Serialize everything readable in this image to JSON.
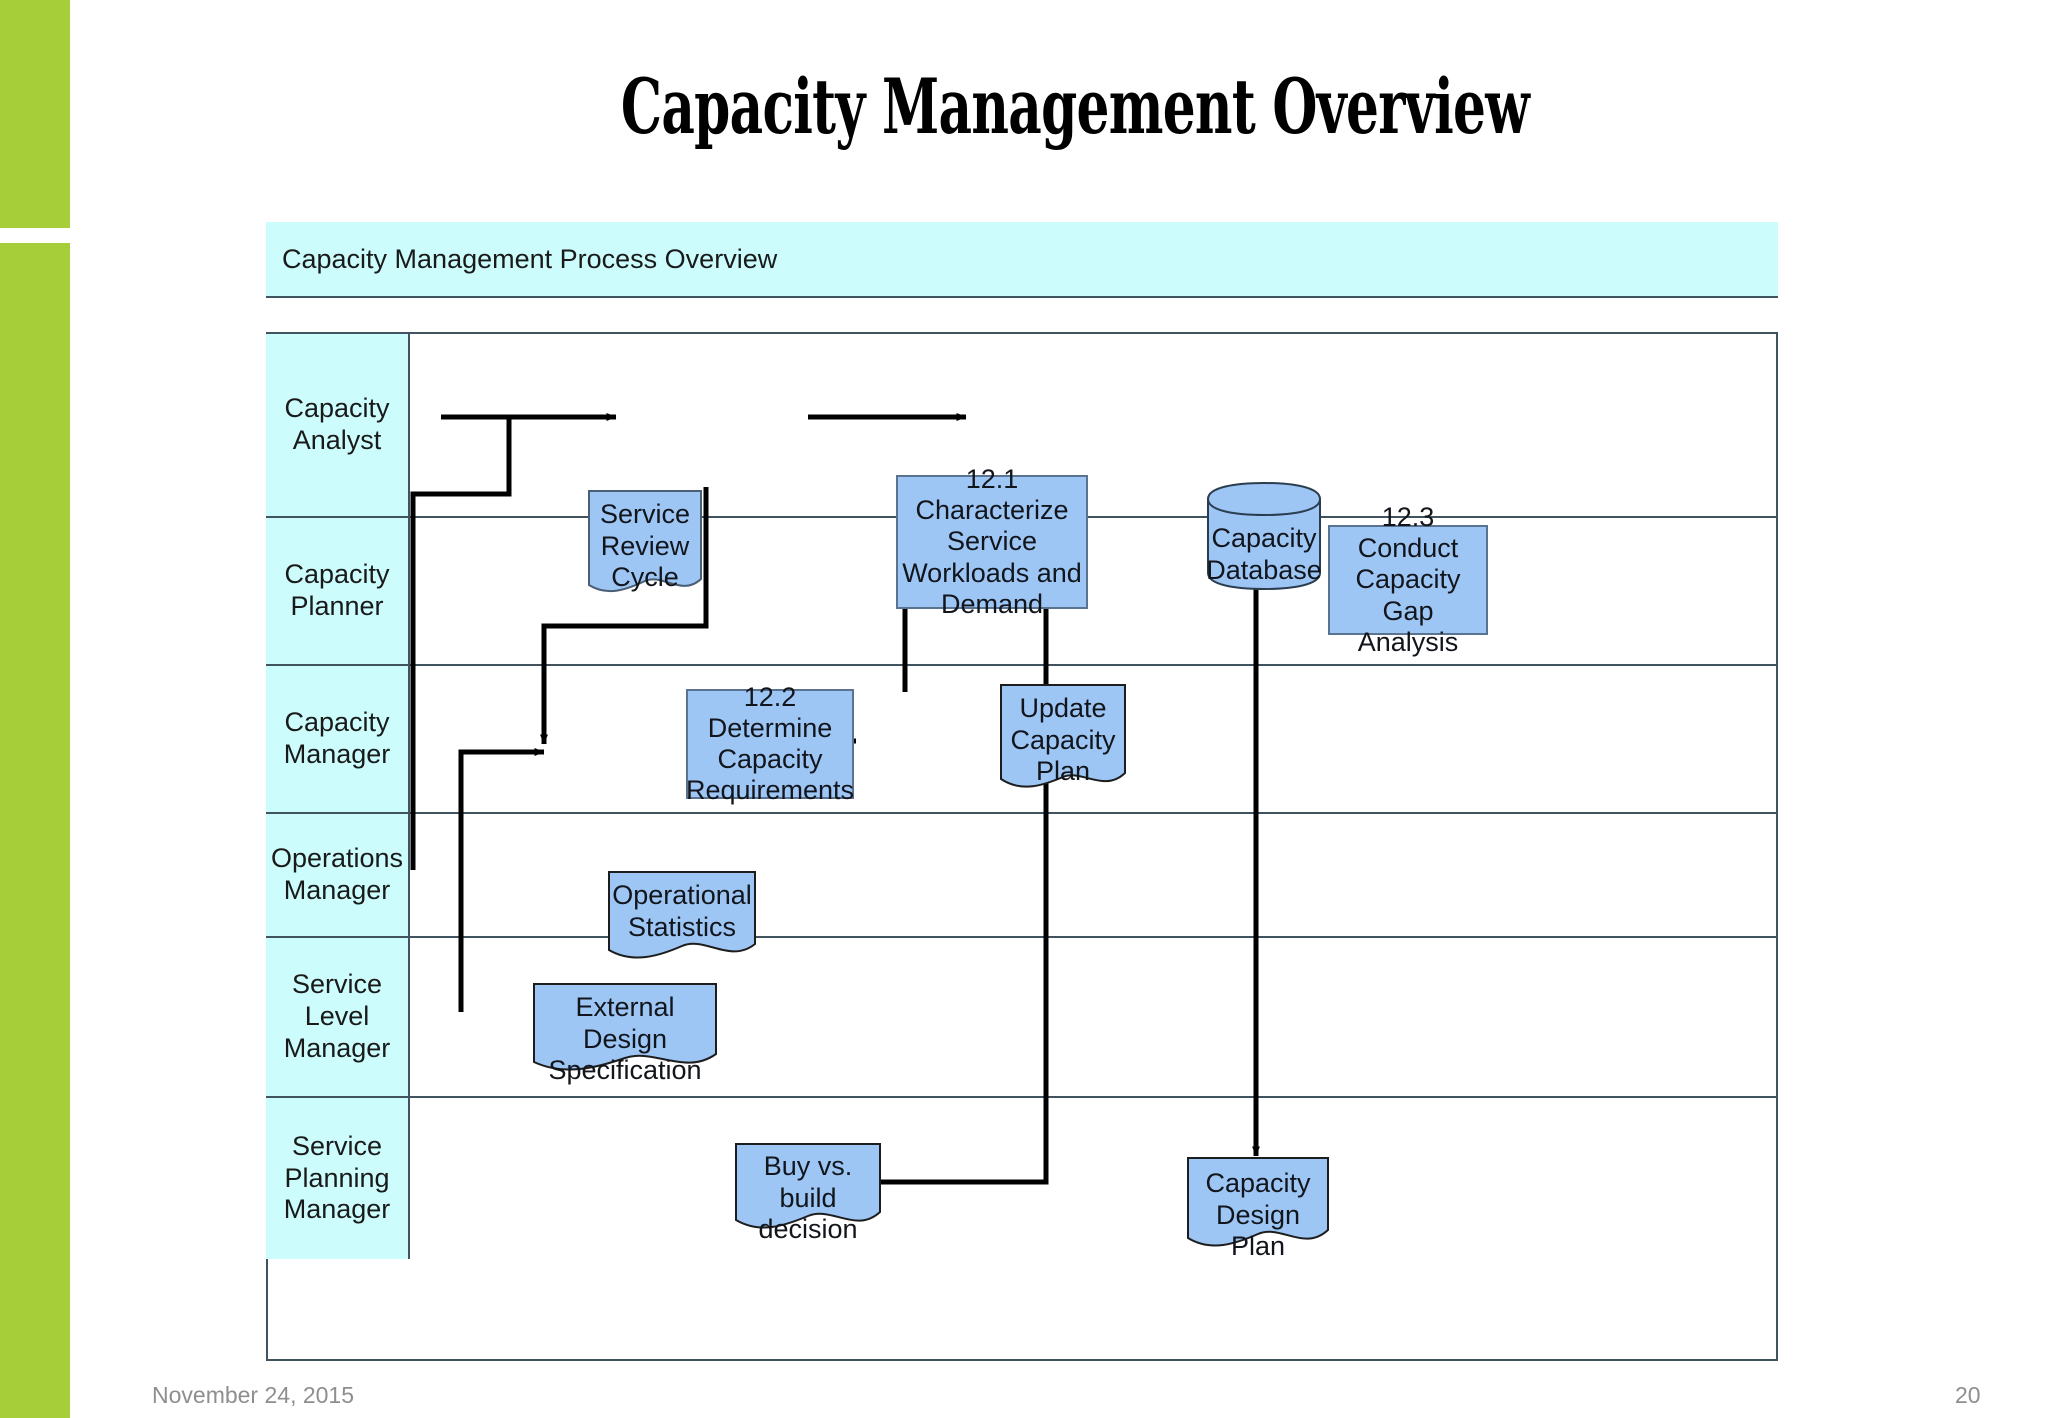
{
  "slide": {
    "title": "Capacity Management Overview",
    "footer_date": "November 24, 2015",
    "page_number": "20",
    "accent_color": "#a6ce39"
  },
  "diagram": {
    "header_title": "Capacity Management Process Overview",
    "lane_fill": "#ccfcfc",
    "shape_fill": "#9dc6f5",
    "border_color": "#41535e",
    "lanes": [
      {
        "label": "Capacity\nAnalyst",
        "label_line1": "Capacity",
        "label_line2": "Analyst"
      },
      {
        "label": "Capacity\nPlanner",
        "label_line1": "Capacity",
        "label_line2": "Planner"
      },
      {
        "label": "Capacity\nManager",
        "label_line1": "Capacity",
        "label_line2": "Manager"
      },
      {
        "label": "Operations\nManager",
        "label_line1": "Operations",
        "label_line2": "Manager"
      },
      {
        "label": "Service\nLevel\nManager",
        "label_line1": "Service",
        "label_line2": "Level",
        "label_line3": "Manager"
      },
      {
        "label": "Service\nPlanning\nManager",
        "label_line1": "Service",
        "label_line2": "Planning",
        "label_line3": "Manager"
      }
    ],
    "nodes": [
      {
        "id": "service-review-cycle",
        "lane": "Capacity Analyst",
        "shape": "document",
        "lines": [
          "Service",
          "Review",
          "Cycle"
        ]
      },
      {
        "id": "characterize-service-workloads",
        "lane": "Capacity Analyst",
        "shape": "process",
        "lines": [
          "12.1",
          "Characterize",
          "Service",
          "Workloads and",
          "Demand"
        ]
      },
      {
        "id": "capacity-database",
        "lane": "Capacity Analyst",
        "shape": "database",
        "lines": [
          "Capacity",
          "Database"
        ]
      },
      {
        "id": "conduct-capacity-gap-analysis",
        "lane": "Capacity Planner",
        "shape": "process",
        "lines": [
          "12.3",
          "Conduct",
          "Capacity Gap",
          "Analysis"
        ]
      },
      {
        "id": "determine-capacity-requirements",
        "lane": "Capacity Manager",
        "shape": "process",
        "lines": [
          "12.2",
          "Determine",
          "Capacity",
          "Requirements"
        ]
      },
      {
        "id": "update-capacity-plan",
        "lane": "Capacity Manager",
        "shape": "document",
        "lines": [
          "Update",
          "Capacity",
          "Plan"
        ]
      },
      {
        "id": "operational-statistics",
        "lane": "Operations Manager",
        "shape": "document",
        "lines": [
          "Operational",
          "Statistics"
        ]
      },
      {
        "id": "external-design-specification",
        "lane": "Service Level Manager",
        "shape": "document",
        "lines": [
          "External Design",
          "Specification"
        ]
      },
      {
        "id": "buy-vs-build-decision",
        "lane": "Service Planning Manager",
        "shape": "document",
        "lines": [
          "Buy vs. build",
          "decision"
        ]
      },
      {
        "id": "capacity-design-plan",
        "lane": "Service Planning Manager",
        "shape": "document",
        "lines": [
          "Capacity",
          "Design Plan"
        ]
      }
    ],
    "connectors": [
      {
        "from": "service-review-cycle",
        "to": "characterize-service-workloads",
        "arrow": true
      },
      {
        "from": "characterize-service-workloads",
        "to": "capacity-database",
        "arrow": true
      },
      {
        "from": "service-review-cycle",
        "to": "operational-statistics",
        "arrow": false
      },
      {
        "from": "characterize-service-workloads",
        "to": "determine-capacity-requirements",
        "arrow": true
      },
      {
        "from": "external-design-specification",
        "to": "determine-capacity-requirements",
        "arrow": true
      },
      {
        "from": "determine-capacity-requirements",
        "to": "update-capacity-plan",
        "arrow": true
      },
      {
        "from": "update-capacity-plan",
        "to": "conduct-capacity-gap-analysis",
        "arrow": true
      },
      {
        "from": "buy-vs-build-decision",
        "to": "conduct-capacity-gap-analysis",
        "arrow": false
      },
      {
        "from": "conduct-capacity-gap-analysis",
        "to": "capacity-design-plan",
        "arrow": true
      }
    ]
  }
}
